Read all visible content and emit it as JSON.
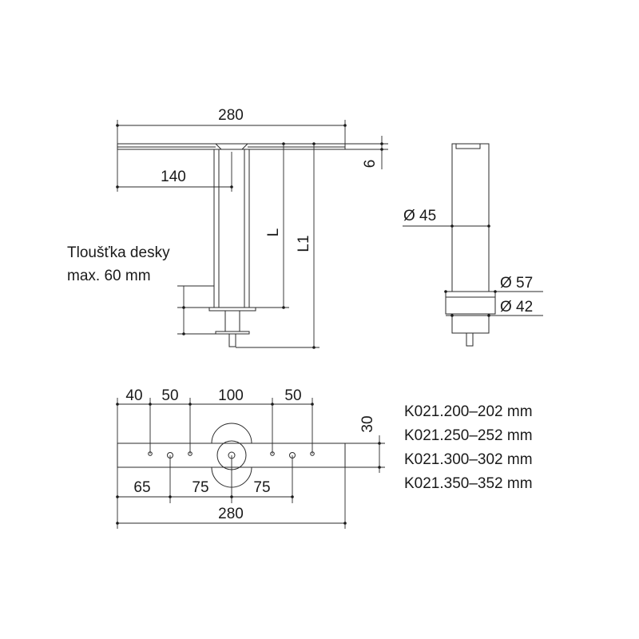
{
  "side_view": {
    "width_dim": "280",
    "half_dim": "140",
    "plate_dim": "6",
    "length_dim": "L",
    "length1_dim": "L1",
    "note_line1": "Tloušťka desky",
    "note_line2": "max. 60 mm"
  },
  "end_view": {
    "dia_tube": "Ø 45",
    "dia_foot": "Ø 57",
    "dia_pin": "Ø 42"
  },
  "top_view": {
    "top_dims": [
      "40",
      "50",
      "100",
      "50"
    ],
    "bottom_dims": [
      "65",
      "75",
      "75"
    ],
    "height_dim": "30",
    "overall_dim": "280"
  },
  "variants": [
    "K021.200–202 mm",
    "K021.250–252 mm",
    "K021.300–302 mm",
    "K021.350–352 mm"
  ]
}
